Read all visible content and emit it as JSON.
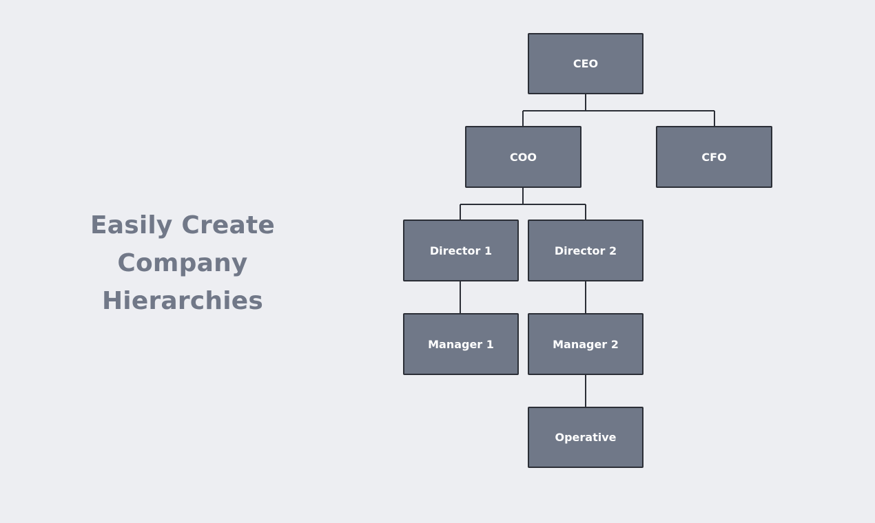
{
  "headline": {
    "lines": [
      "Easily Create",
      "Company",
      "Hierarchies"
    ]
  },
  "org_chart": {
    "nodes": {
      "ceo": "CEO",
      "coo": "COO",
      "cfo": "CFO",
      "director_1": "Director 1",
      "director_2": "Director 2",
      "manager_1": "Manager 1",
      "manager_2": "Manager 2",
      "operative": "Operative"
    },
    "reports_to": [
      [
        "coo",
        "ceo"
      ],
      [
        "cfo",
        "ceo"
      ],
      [
        "director_1",
        "coo"
      ],
      [
        "director_2",
        "coo"
      ],
      [
        "manager_1",
        "director_1"
      ],
      [
        "manager_2",
        "director_2"
      ],
      [
        "operative",
        "manager_2"
      ]
    ]
  },
  "colors": {
    "background": "#edeef2",
    "node_fill": "#707888",
    "node_border": "#2b2e36",
    "node_text": "#ffffff",
    "headline_text": "#717888",
    "connector": "#2b2e36"
  }
}
